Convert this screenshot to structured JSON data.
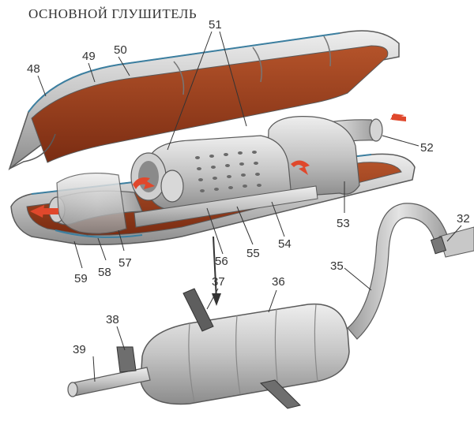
{
  "title": "ОСНОВНОЙ ГЛУШИТЕЛЬ",
  "labels": {
    "l48": "48",
    "l49": "49",
    "l50": "50",
    "l51": "51",
    "l52": "52",
    "l53": "53",
    "l54": "54",
    "l55": "55",
    "l56": "56",
    "l57": "57",
    "l58": "58",
    "l59": "59",
    "l32": "32",
    "l35": "35",
    "l36": "36",
    "l37": "37",
    "l38": "38",
    "l39": "39"
  },
  "colors": {
    "shell": "#b9b9b9",
    "insulation": "#a0401c",
    "arrow": "#e0482c",
    "outline": "#5a5a5a"
  }
}
